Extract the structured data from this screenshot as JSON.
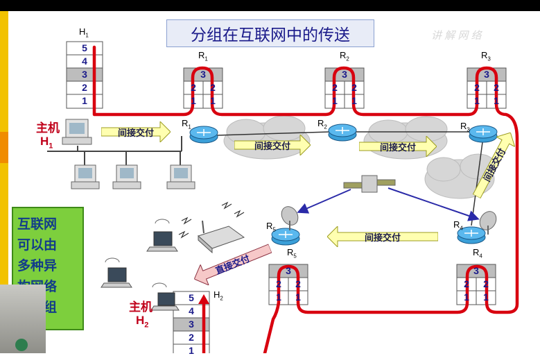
{
  "title": "分组在互联网中的传送",
  "sidebar_note": [
    "互联网",
    "可以由",
    "多种异",
    "构网络",
    "互连组"
  ],
  "hosts": {
    "h1": {
      "name": "主机",
      "label": "H",
      "sub": "1",
      "stack_label": "H",
      "stack_sub": "1",
      "layers": [
        "5",
        "4",
        "3",
        "2",
        "1"
      ]
    },
    "h2": {
      "name": "主机",
      "label": "H",
      "sub": "2",
      "stack_label": "H",
      "stack_sub": "2",
      "layers": [
        "5",
        "4",
        "3",
        "2",
        "1"
      ]
    }
  },
  "routers": [
    {
      "id": "r1",
      "label": "R",
      "sub": "1"
    },
    {
      "id": "r2",
      "label": "R",
      "sub": "2"
    },
    {
      "id": "r3",
      "label": "R",
      "sub": "3"
    },
    {
      "id": "r4",
      "label": "R",
      "sub": "4"
    },
    {
      "id": "r5",
      "label": "R",
      "sub": "5"
    }
  ],
  "router_stack": {
    "top": "3",
    "mid_left": "2",
    "mid_right": "2",
    "bot_left": "1",
    "bot_right": "1"
  },
  "arrows": {
    "indirect": "间接交付",
    "direct": "直接交付"
  },
  "colors": {
    "path": "#d8000f",
    "arrow_fill": "#ffffb0",
    "arrow_border": "#9c9c20",
    "router_fill": "#3a9fd8",
    "cloud": "#d6d6d6",
    "sidebox": "#7dcf3d",
    "title_text": "#1a1a8a"
  },
  "watermark": "讲 解 网 络"
}
